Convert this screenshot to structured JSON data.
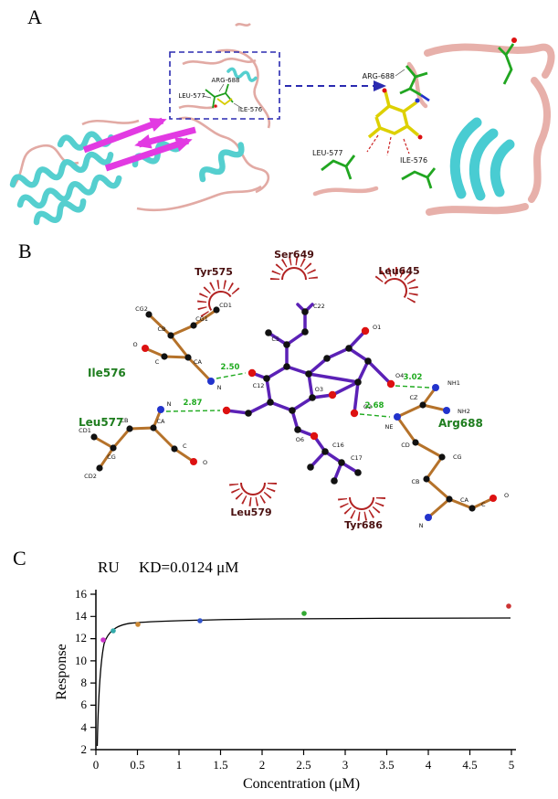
{
  "panelA": {
    "label": "A",
    "box_labels": [
      "ARG-688",
      "LEU-577",
      "ILE-576"
    ],
    "inset_labels": [
      "ARG-688",
      "LEU-577",
      "ILE-576"
    ],
    "colors": {
      "helix": "#55cfcf",
      "loop": "#e2aaa4",
      "beta_arrow": "#e23ae2",
      "highlight_box": "#2a2ab0",
      "ligand_sticks": "#ddd000",
      "residue_sticks": "#21a621"
    }
  },
  "panelB": {
    "label": "B",
    "hbond_residues": [
      "Ile576",
      "Leu577",
      "Arg688"
    ],
    "hydrophobic_residues": [
      "Tyr575",
      "Ser649",
      "Leu645",
      "Leu579",
      "Tyr686"
    ],
    "hbond_distances": [
      "2.50",
      "2.87",
      "3.02",
      "2.68"
    ],
    "ile576_atoms": [
      "CG2",
      "CD1",
      "CB",
      "CG1",
      "CA",
      "C",
      "O",
      "N"
    ],
    "leu577_atoms": [
      "CD1",
      "CG",
      "CD2",
      "CB",
      "CA",
      "N",
      "C",
      "O"
    ],
    "arg688_atoms": [
      "NH1",
      "CZ",
      "NH2",
      "NE",
      "CD",
      "CG",
      "CB",
      "CA",
      "N",
      "C",
      "O"
    ],
    "ligand_atom_labels": [
      "O1",
      "O2",
      "O3",
      "O4",
      "O6",
      "C5",
      "C12",
      "C16",
      "C17",
      "C22"
    ],
    "colors": {
      "ligand_bond": "#5b21b6",
      "residue_bond": "#b5722a",
      "oxygen": "#dd1111",
      "nitrogen": "#2233cc",
      "hbond": "#1faa1f",
      "hydrophobic_arc": "#b22222",
      "hbond_residue_label": "#1e7d1e"
    }
  },
  "panelC": {
    "label": "C",
    "ru_label": "RU",
    "kd_label": "KD=0.0124 μM"
  },
  "chart_data": {
    "type": "scatter",
    "title": "RU KD=0.0124 μM",
    "kd_um": 0.0124,
    "xlabel": "Concentration (μM)",
    "ylabel": "Response",
    "xlim": [
      0,
      5
    ],
    "ylim": [
      2,
      16
    ],
    "xticks": [
      0,
      0.5,
      1,
      1.5,
      2,
      2.5,
      3,
      3.5,
      4,
      4.5,
      5
    ],
    "yticks": [
      2,
      4,
      6,
      8,
      10,
      12,
      14,
      16
    ],
    "grid": false,
    "legend": "none",
    "series": [
      {
        "name": "one-site-binding-fit",
        "type": "line",
        "color": "#000000",
        "Rmax": 13.9,
        "KD_uM": 0.0124
      },
      {
        "name": "measured-responses",
        "type": "scatter",
        "points": [
          {
            "x": 0.09,
            "y": 11.9,
            "color": "#cc33cc"
          },
          {
            "x": 0.21,
            "y": 12.7,
            "color": "#33aaaa"
          },
          {
            "x": 0.5,
            "y": 13.3,
            "color": "#cc8833"
          },
          {
            "x": 1.25,
            "y": 13.6,
            "color": "#3355cc"
          },
          {
            "x": 2.5,
            "y": 14.3,
            "color": "#33aa33"
          },
          {
            "x": 5.0,
            "y": 14.9,
            "color": "#cc3333"
          }
        ]
      }
    ]
  }
}
